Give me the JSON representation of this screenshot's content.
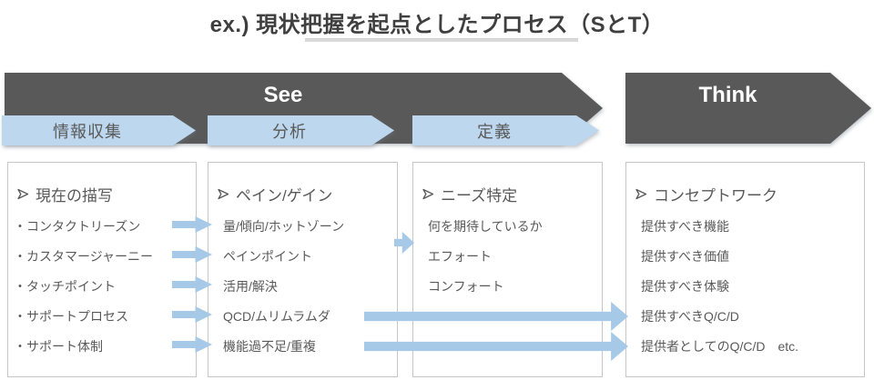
{
  "title": "ex.) 現状把握を起点としたプロセス（SとT）",
  "phases": {
    "see": "See",
    "think": "Think"
  },
  "steps": [
    {
      "label": "情報収集"
    },
    {
      "label": "分析"
    },
    {
      "label": "定義"
    }
  ],
  "boxes": [
    {
      "header": "現在の描写",
      "items": [
        "・コンタクトリーズン",
        "・カスタマージャーニー",
        "・タッチポイント",
        "・サポートプロセス",
        "・サポート体制"
      ]
    },
    {
      "header": "ペイン/ゲイン",
      "items": [
        "量/傾向/ホットゾーン",
        "ペインポイント",
        "活用/解決",
        "QCD/ムリムラムダ",
        "機能過不足/重複"
      ]
    },
    {
      "header": "ニーズ特定",
      "items": [
        "何を期待しているか",
        "エフォート",
        "コンフォート"
      ]
    },
    {
      "header": "コンセプトワーク",
      "items": [
        "提供すべき機能",
        "提供すべき価値",
        "提供すべき体験",
        "提供すべきQ/C/D",
        "提供者としてのQ/C/D　etc."
      ]
    }
  ],
  "icons": {
    "bullet": "arrowhead-bullet-icon",
    "connector": "right-arrow-icon"
  },
  "colors": {
    "dark_arrow": "#595959",
    "light_arrow": "#bdd7ee",
    "connector_arrow": "#a6c9e8",
    "box_border": "#c6c6c6",
    "text": "#595959",
    "title": "#3f3f3f",
    "underline": "#d9d9d9"
  }
}
